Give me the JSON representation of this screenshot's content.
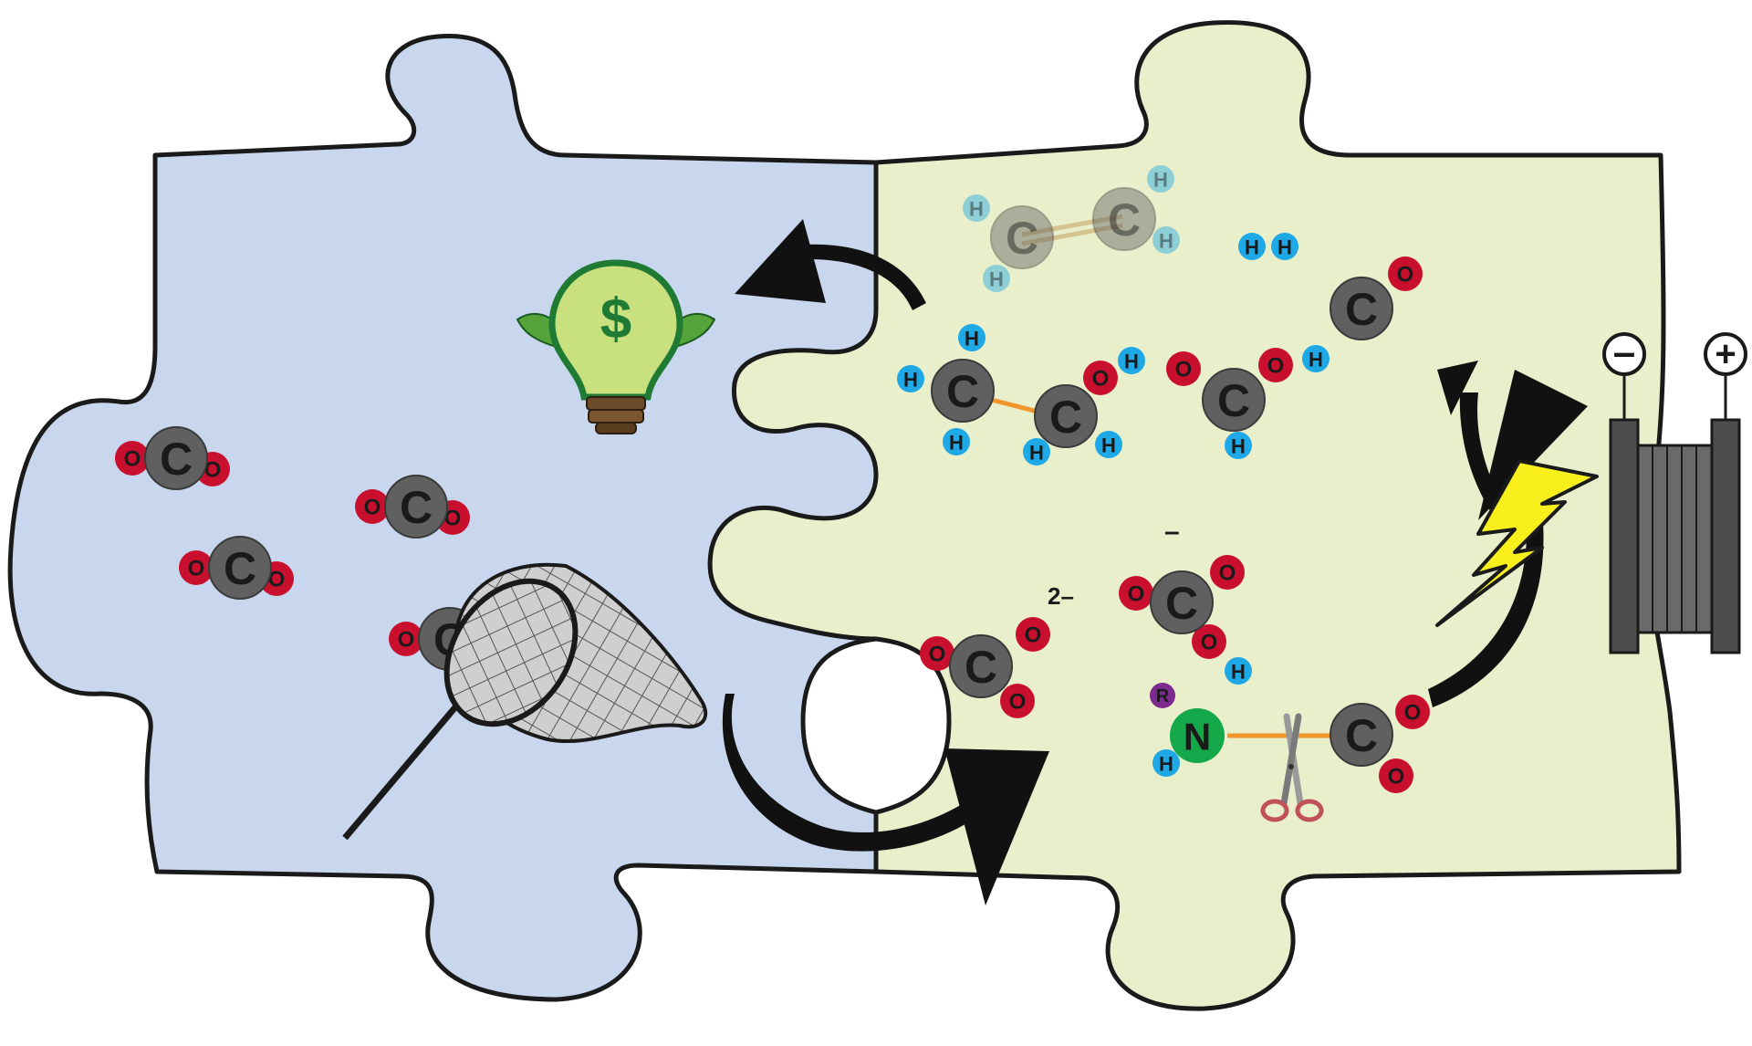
{
  "colors": {
    "left_piece": "#c9d7ee",
    "right_piece": "#e9efcb",
    "outline": "#1a1a1a",
    "oxygen": "#c8102e",
    "carbon": "#606060",
    "hydrogen": "#1fa8e6",
    "nitrogen": "#14a84a",
    "r_group": "#7d2a8f",
    "bond": "#f0962a",
    "bolt": "#f8ef1d",
    "bulb": "#c9e07e",
    "bulb_outline": "#1f7a34",
    "leaf": "#54a43a",
    "battery": "#555555"
  },
  "labels": {
    "carbon": "C",
    "oxygen": "O",
    "hydrogen": "H",
    "nitrogen": "N",
    "r_group": "R",
    "carbonate_charge": "2–",
    "bicarbonate_charge": "–",
    "dollar": "$",
    "minus": "–",
    "plus": "+"
  },
  "icons": [
    "light-bulb-dollar-icon",
    "butterfly-net-icon",
    "scissors-icon",
    "lightning-bolt-icon",
    "battery-electrode-icon",
    "arrow-icon"
  ]
}
